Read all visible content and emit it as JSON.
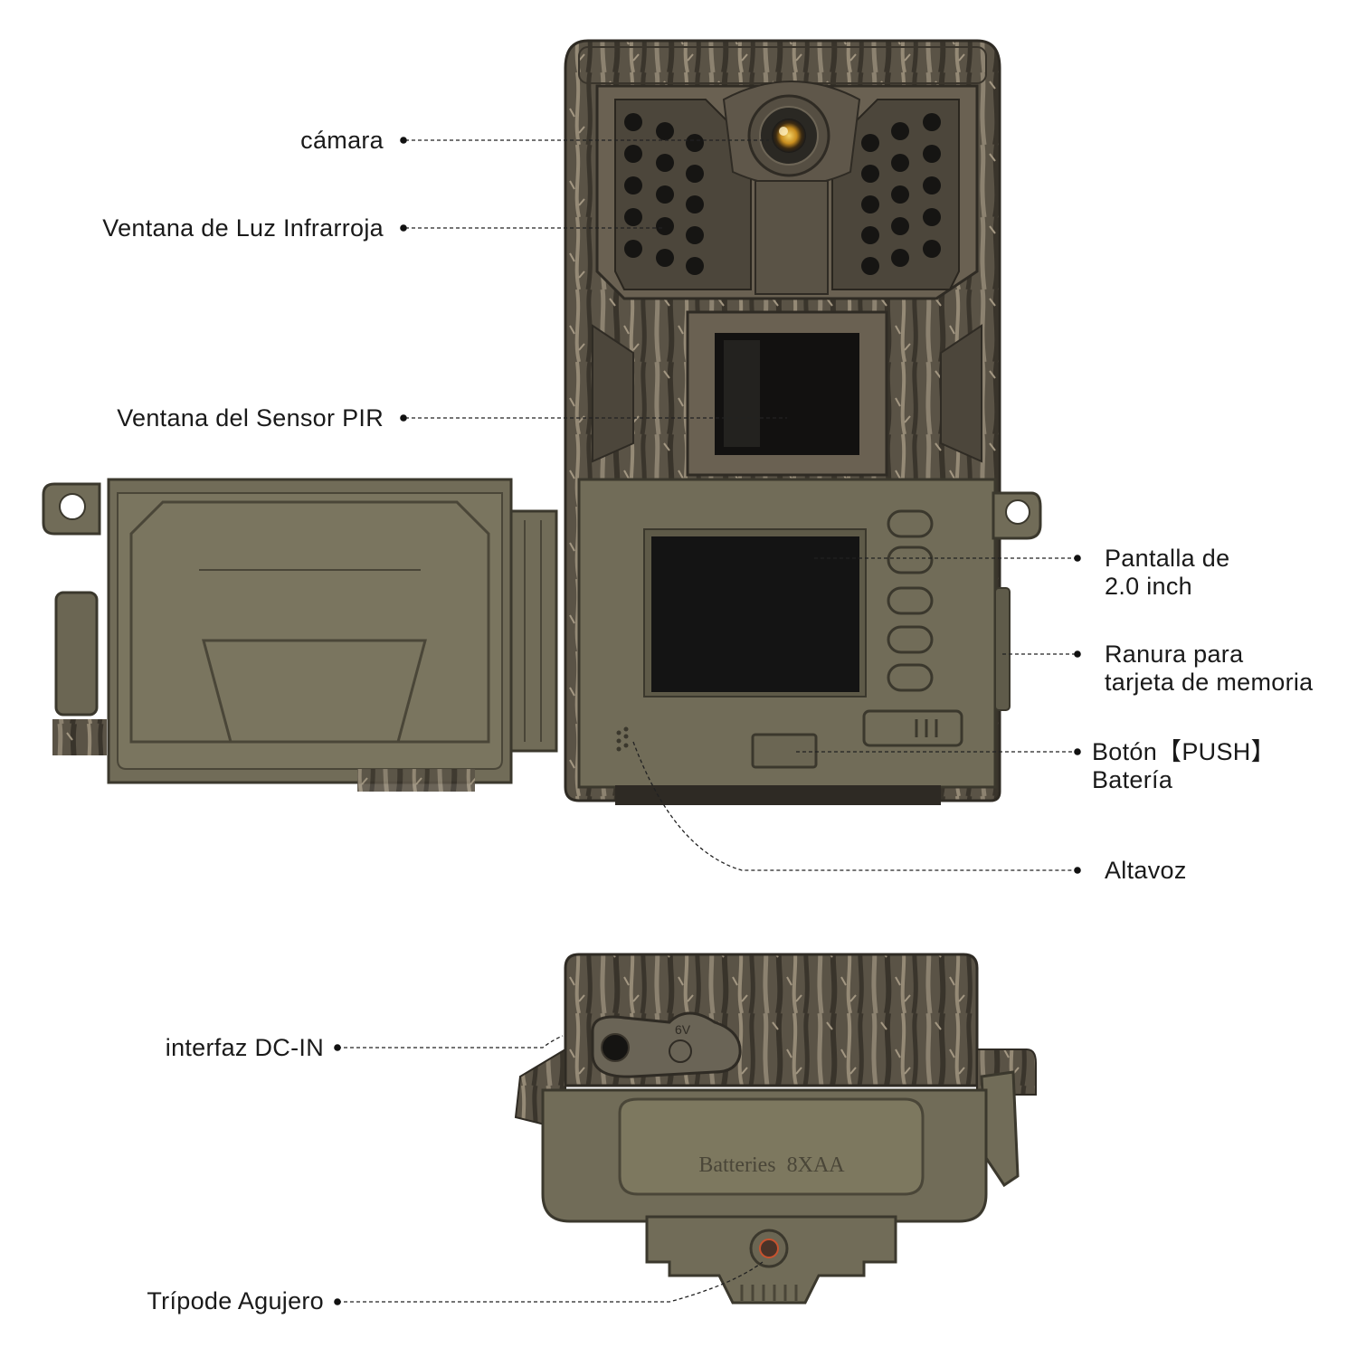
{
  "labels": {
    "camara": "cámara",
    "infrared": "Ventana de Luz Infrarroja",
    "pir": "Ventana del Sensor PIR",
    "screen": [
      "Pantalla de",
      "2.0 inch"
    ],
    "card_slot": [
      "Ranura para",
      "tarjeta de memoria"
    ],
    "push_button": [
      "Botón【PUSH】",
      "Batería"
    ],
    "speaker": "Altavoz",
    "dc_in": "interfaz DC-IN",
    "tripod": "Trípode Agujero"
  },
  "device_text": {
    "batteries": "Batteries  8XAA",
    "dc_voltage": "6V"
  },
  "colors": {
    "bark_dark": "#3f3a31",
    "bark_mid": "#5f574a",
    "bark_light": "#8a7f6c",
    "olive": "#6e6a56",
    "olive_light": "#7d785f",
    "screen": "#141414",
    "leader": "#222222"
  }
}
